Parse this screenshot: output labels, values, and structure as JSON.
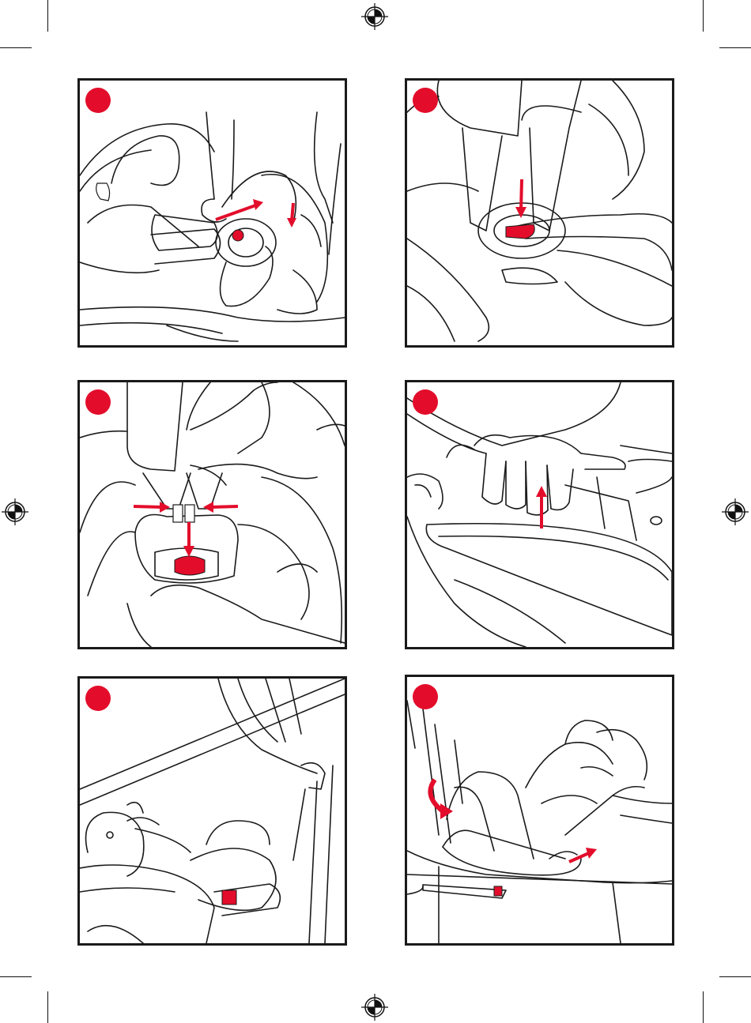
{
  "page": {
    "accent_color": "#e30d2b",
    "line_color": "#1a1a1a",
    "panel_count": 6
  },
  "registration_marks": [
    {
      "name": "registration-mark-top",
      "icon": "crosshair-target-icon"
    },
    {
      "name": "registration-mark-left",
      "icon": "crosshair-target-icon"
    },
    {
      "name": "registration-mark-right",
      "icon": "crosshair-target-icon"
    },
    {
      "name": "registration-mark-bottom",
      "icon": "crosshair-target-icon"
    }
  ],
  "panels": [
    {
      "id": "panel-1",
      "content": "hand-pressing-buckle-on-car-seat-with-arrows"
    },
    {
      "id": "panel-2",
      "content": "finger-pressing-red-buckle-release"
    },
    {
      "id": "panel-3",
      "content": "squeezing-harness-tongues-into-buckle"
    },
    {
      "id": "panel-4",
      "content": "hand-lifting-bar-arrow-up"
    },
    {
      "id": "panel-5",
      "content": "child-in-seat-with-seat-belt"
    },
    {
      "id": "panel-6",
      "content": "rotating-seat-shell-on-base"
    }
  ]
}
